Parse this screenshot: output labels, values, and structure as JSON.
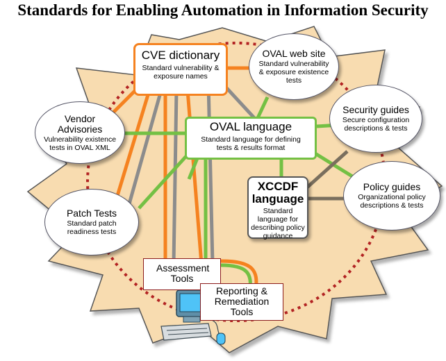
{
  "title": "Standards for Enabling Automation in Information Security",
  "nodes": {
    "cve": {
      "title": "CVE dictionary",
      "desc": "Standard vulnerability & exposure names"
    },
    "oval_web": {
      "title": "OVAL web site",
      "desc": "Standard vulnerability & exposure existence tests"
    },
    "vendor": {
      "title": "Vendor Advisories",
      "desc": "Vulnerability existence tests in OVAL XML"
    },
    "oval_lang": {
      "title": "OVAL language",
      "desc": "Standard language for defining tests & results format"
    },
    "security_guides": {
      "title": "Security guides",
      "desc": "Secure configuration descriptions & tests"
    },
    "xccdf": {
      "title": "XCCDF language",
      "desc": "Standard language for describing policy guidance"
    },
    "policy_guides": {
      "title": "Policy guides",
      "desc": "Organizational policy descriptions & tests"
    },
    "patch_tests": {
      "title": "Patch Tests",
      "desc": "Standard patch readiness tests"
    },
    "assessment": {
      "title": "Assessment Tools"
    },
    "reporting": {
      "title": "Reporting & Remediation Tools"
    }
  },
  "colors": {
    "star_fill": "#f8dcb0",
    "dotted_ring": "#b22222",
    "cve_lines": "#f58220",
    "oval_lines": "#74c044",
    "xccdf_lines": "#7a6f5e",
    "gray_lines": "#8c8c8c"
  },
  "icons": [
    "computer-icon",
    "keyboard-icon",
    "mouse-icon"
  ]
}
